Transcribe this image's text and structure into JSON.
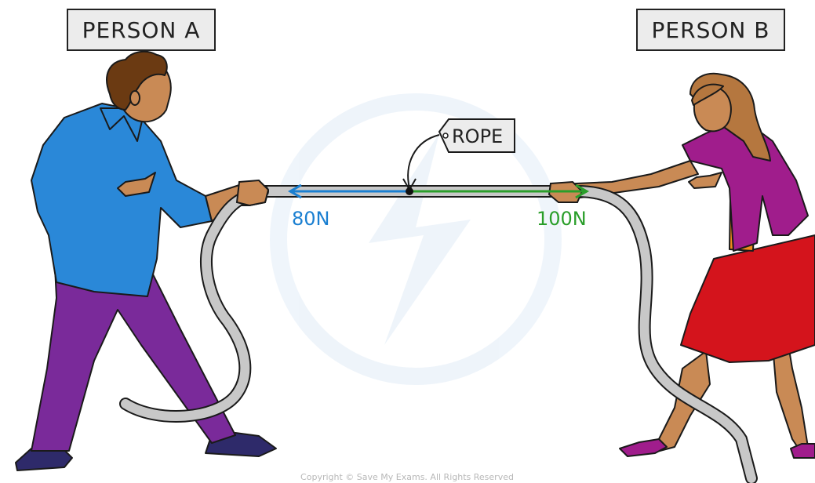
{
  "labels": {
    "person_a": "PERSON A",
    "person_b": "PERSON B",
    "rope": "ROPE",
    "force_left": "80N",
    "force_right": "100N",
    "copyright": "Copyright © Save My Exams. All Rights Reserved"
  },
  "colors": {
    "force_left": "#1a7fd1",
    "force_right": "#2a9e2a",
    "shirt_a": "#2a88d8",
    "trousers_a": "#7a2a9a",
    "blouse_b": "#a01d8c",
    "skirt_b": "#d4141c",
    "rope": "#c8c8c8",
    "skin": "#c98a55",
    "hair_a": "#6b3a12",
    "hair_b": "#b5773f"
  }
}
